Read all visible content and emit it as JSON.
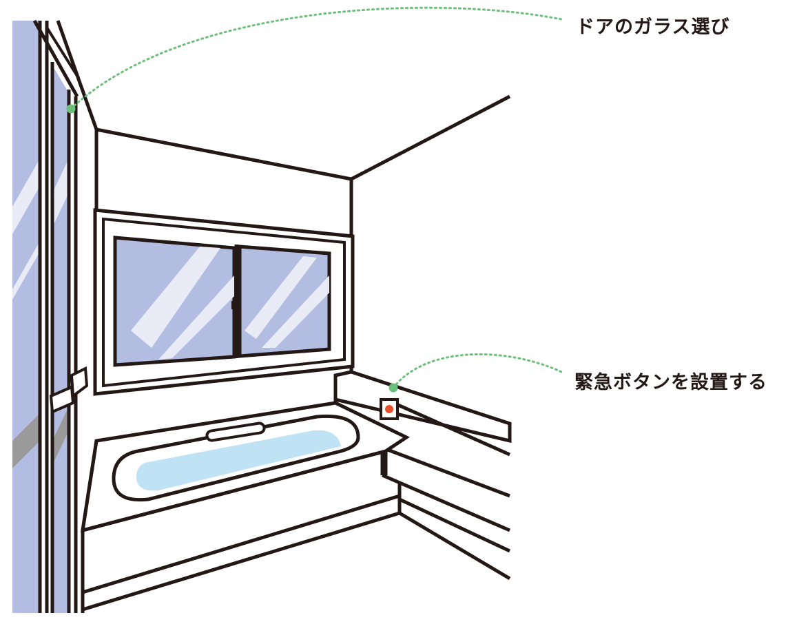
{
  "annotations": [
    {
      "id": "door-glass",
      "text": "ドアのガラス選び"
    },
    {
      "id": "emergency-button",
      "text": "緊急ボタンを設置する"
    }
  ],
  "colors": {
    "outline": "#231815",
    "glass": "#b3bde2",
    "glass_highlight": "#e9ecf6",
    "water": "#bfe3f5",
    "leader_line": "#6cbf7a",
    "button_red": "#e8502a",
    "door_shadow": "#9a9a9a"
  },
  "icons": [
    "emergency-call-button-icon",
    "door-handle-icon",
    "bathtub-grab-bar-icon"
  ]
}
